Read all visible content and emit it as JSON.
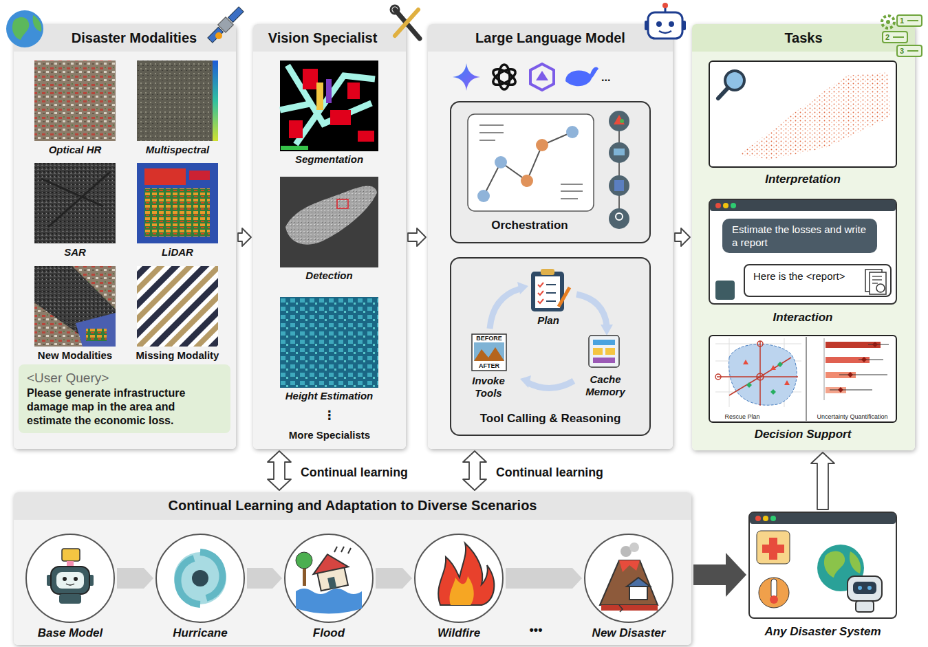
{
  "diagram": {
    "nodes": [
      {
        "text": [
          "Disaster Modalities"
        ]
      },
      {
        "text": [
          "Optical HR"
        ],
        "in": 0
      },
      {
        "text": [
          "Multispectral"
        ],
        "in": 0
      },
      {
        "text": [
          "SAR"
        ],
        "in": 0
      },
      {
        "text": [
          "LiDAR"
        ],
        "in": 0
      },
      {
        "text": [
          "New Modalities"
        ],
        "in": 0
      },
      {
        "text": [
          "Missing Modality"
        ],
        "in": 0
      },
      {
        "text": [
          "<User Query>",
          "Please generate infrastructure damage map in the area and estimate the economic loss."
        ],
        "in": 0
      },
      {
        "text": [
          "Vision Specialist"
        ]
      },
      {
        "text": [
          "Segmentation"
        ],
        "in": 8
      },
      {
        "text": [
          "Detection"
        ],
        "in": 8
      },
      {
        "text": [
          "Height Estimation"
        ],
        "in": 8
      },
      {
        "text": [
          "Large Language Model"
        ]
      },
      {
        "text": [
          "Orchestration"
        ],
        "in": 12
      },
      {
        "text": [
          "Tool Calling & Reasoning"
        ],
        "in": 12
      },
      {
        "text": [
          "Tasks"
        ]
      },
      {
        "text": [
          "Interpretation"
        ],
        "in": 15
      },
      {
        "text": [
          "Interaction"
        ],
        "in": 15
      },
      {
        "text": [
          "Estimate the losses and write a report"
        ],
        "in": 17
      },
      {
        "text": [
          "Here is the <report>"
        ],
        "in": 17
      },
      {
        "text": [
          "Decision Support"
        ],
        "in": 15
      },
      {
        "text": [
          "Continual Learning and Adaptation to Diverse Scenarios"
        ]
      },
      {
        "text": [
          "Base Model"
        ],
        "in": 21
      },
      {
        "text": [
          "Hurricane"
        ],
        "in": 21
      },
      {
        "text": [
          "Flood"
        ],
        "in": 21
      },
      {
        "text": [
          "Wildfire"
        ],
        "in": 21
      },
      {
        "text": [
          "New Disaster"
        ],
        "in": 21
      },
      {
        "text": [
          "Any Disaster System"
        ]
      }
    ],
    "edges": [
      {
        "from": 0,
        "to": 8,
        "arrow": "to"
      },
      {
        "from": 8,
        "to": 12,
        "arrow": "to"
      },
      {
        "from": 12,
        "to": 15,
        "arrow": "to"
      },
      {
        "from": 8,
        "to": 21,
        "label": "Continual learning",
        "arrow": "both"
      },
      {
        "from": 12,
        "to": 21,
        "label": "Continual learning",
        "arrow": "both"
      },
      {
        "from": 21,
        "to": 27,
        "arrow": "to"
      },
      {
        "from": 27,
        "to": 15,
        "arrow": "to"
      },
      {
        "from": 22,
        "to": 23,
        "arrow": "to"
      },
      {
        "from": 23,
        "to": 24,
        "arrow": "to"
      },
      {
        "from": 24,
        "to": 25,
        "arrow": "to"
      },
      {
        "from": 25,
        "to": 26,
        "arrow": "to"
      }
    ],
    "labels": [
      "...",
      "⋮",
      "More Specialists",
      "Plan",
      "Cache Memory",
      "Invoke Tools",
      "BEFORE",
      "AFTER",
      "Rescue Plan",
      "Uncertainty Quantification",
      "•••",
      "1",
      "2",
      "3"
    ]
  }
}
